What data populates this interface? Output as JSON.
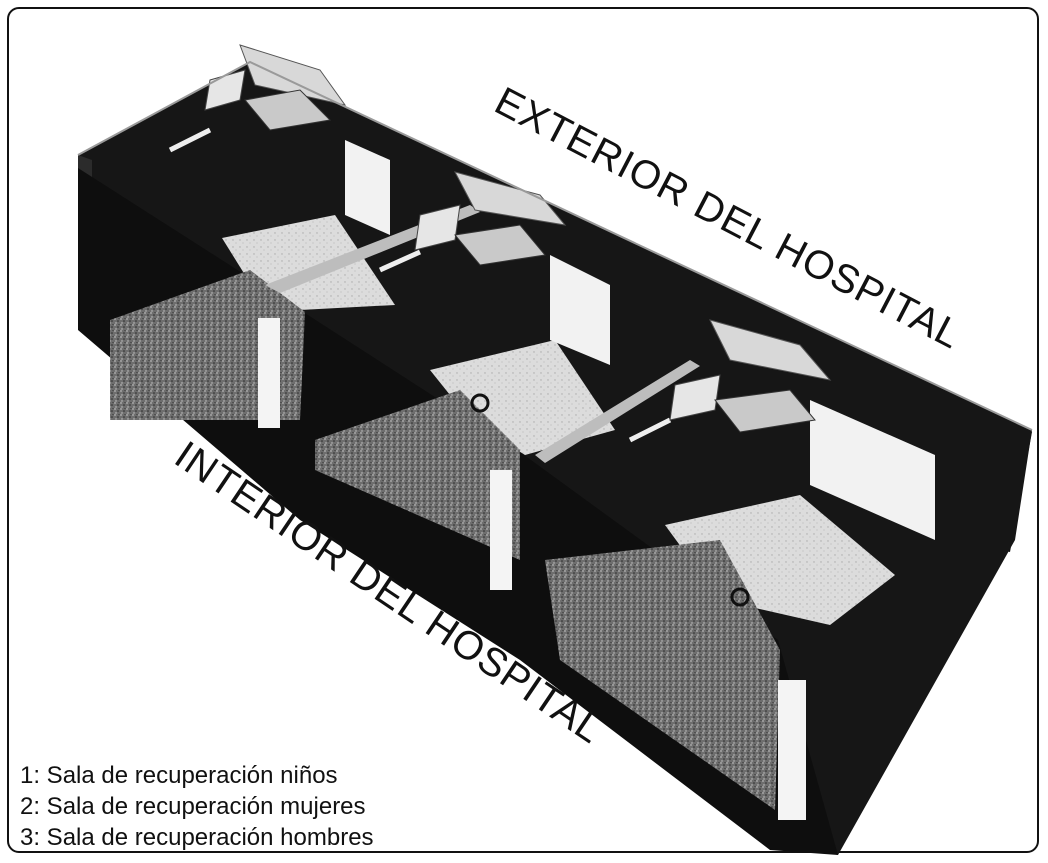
{
  "labels": {
    "exterior": "EXTERIOR DEL HOSPITAL",
    "interior": "INTERIOR DEL HOSPITAL"
  },
  "legend": [
    "1: Sala de recuperación niños",
    "2: Sala de recuperación mujeres",
    "3: Sala de recuperación hombres"
  ],
  "colors": {
    "wall": "#141414",
    "floor": "#d6d6d6",
    "speckle": "#8c8c8c",
    "frame": "#111111"
  }
}
